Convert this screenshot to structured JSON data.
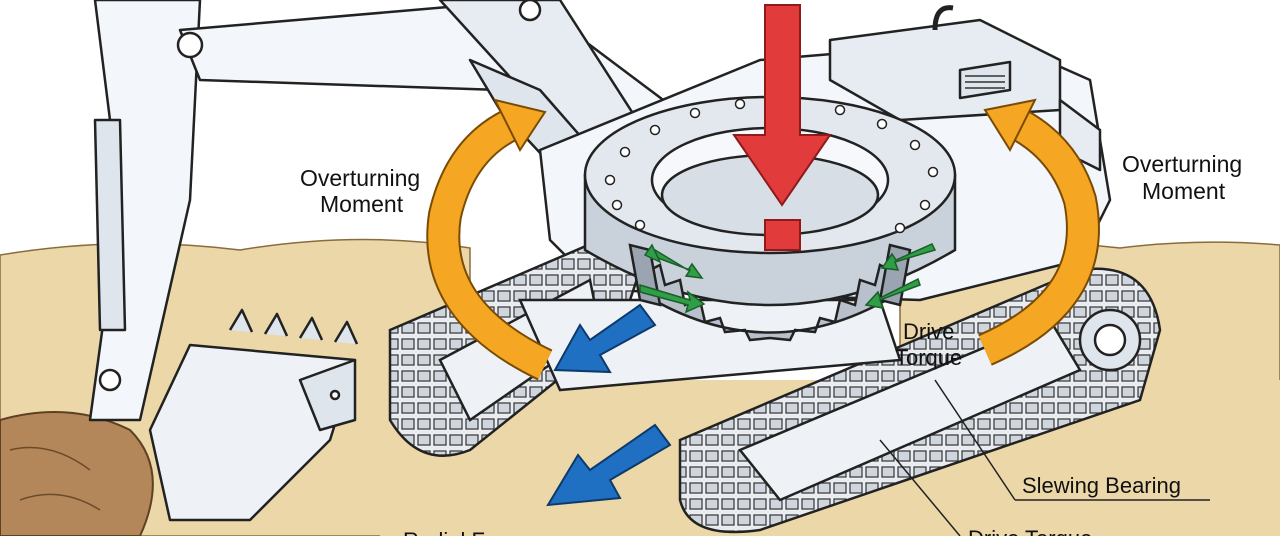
{
  "labels": {
    "overturning_left_line1": "Overturning",
    "overturning_left_line2": "Moment",
    "overturning_right_line1": "Overturning",
    "overturning_right_line2": "Moment",
    "drive_torque_line1": "Drive",
    "drive_torque_line2": "Torque",
    "slewing_bearing": "Slewing Bearing",
    "drive_torque_bottom": "Drive Torque",
    "radial_force_partial": "Radial F"
  },
  "colors": {
    "axial_load_arrow": "#e23b3b",
    "overturning_arrow": "#f5a623",
    "radial_force_arrow": "#1f6fc2",
    "drive_torque_arrow": "#2f9e46",
    "ground": "#ecd7a9",
    "machine_body": "#f3f6fa"
  }
}
